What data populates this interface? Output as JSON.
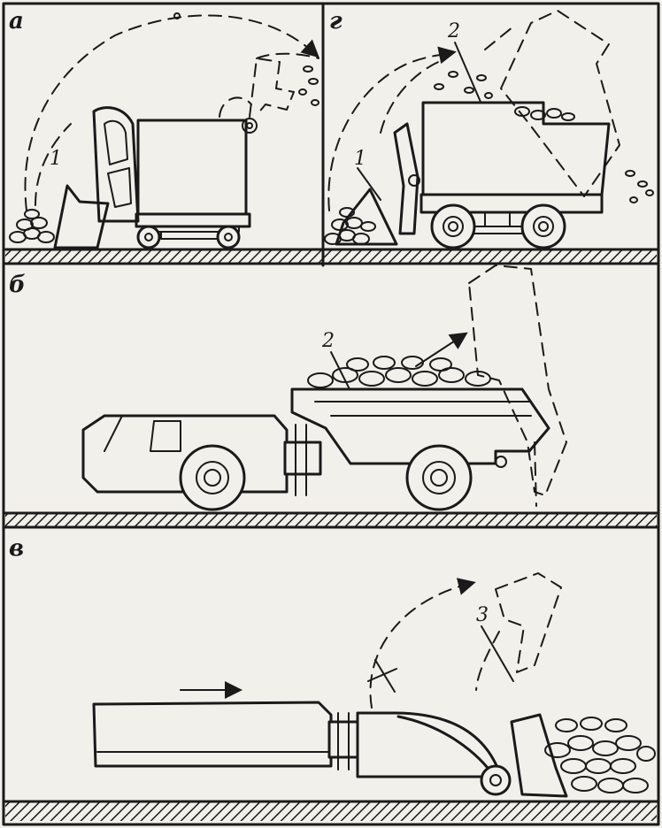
{
  "panels": [
    {
      "letter": "а",
      "numbers": [
        "1"
      ]
    },
    {
      "letter": "г",
      "numbers": [
        "2",
        "1"
      ]
    },
    {
      "letter": "б",
      "numbers": [
        "2"
      ]
    },
    {
      "letter": "в",
      "numbers": [
        "3"
      ]
    }
  ]
}
